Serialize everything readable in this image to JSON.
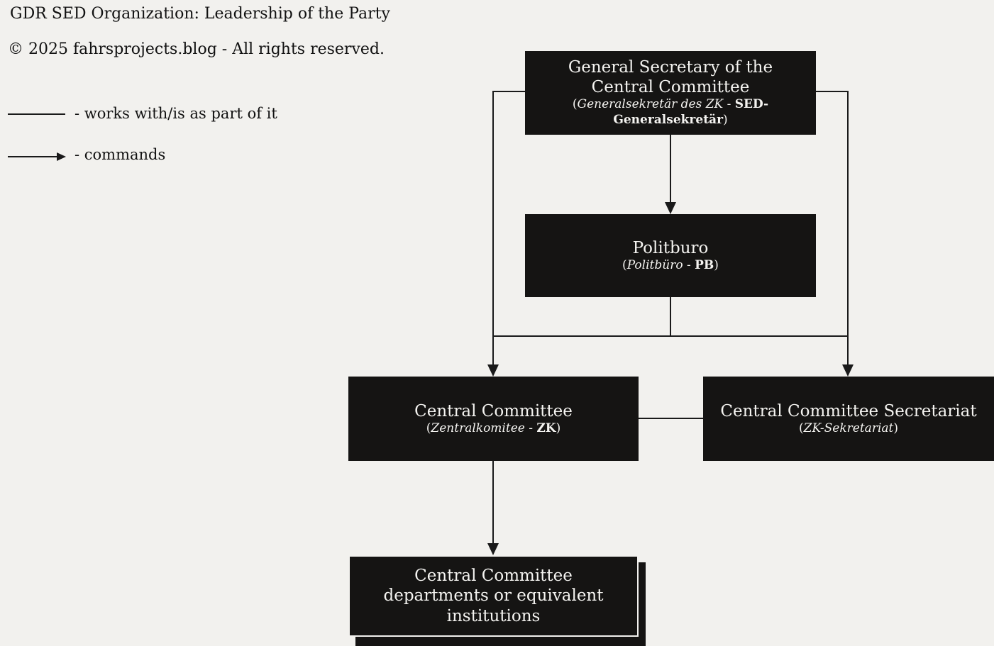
{
  "page": {
    "title": "GDR SED Organization: Leadership of the Party",
    "copyright": "© 2025 fahrsprojects.blog - All rights reserved."
  },
  "legend": {
    "works_with_label": "- works with/is as part of it",
    "commands_label": "- commands"
  },
  "colors": {
    "background": "#f2f1ee",
    "node_background": "#151413",
    "node_text": "#f5f4f1",
    "line": "#1a1a1a",
    "page_text": "#111111"
  },
  "nodes": {
    "general_secretary": {
      "title": "General Secretary of the Central Committee",
      "sub_open": "(",
      "sub_native": "Generalsekretär des ZK",
      "sub_dash": " - ",
      "sub_abbr": "SED-Generalsekretär",
      "sub_close": ")"
    },
    "politburo": {
      "title": "Politburo",
      "sub_open": "(",
      "sub_native": "Politbüro",
      "sub_dash": " - ",
      "sub_abbr": "PB",
      "sub_close": ")"
    },
    "central_committee": {
      "title": "Central Committee",
      "sub_open": "(",
      "sub_native": "Zentralkomitee",
      "sub_dash": " - ",
      "sub_abbr": "ZK",
      "sub_close": ")"
    },
    "cc_secretariat": {
      "title": "Central Committee Secretariat",
      "sub_open": "(",
      "sub_native": "ZK-Sekretariat",
      "sub_close": ")"
    },
    "cc_departments": {
      "title": "Central Committee departments or equivalent institutions"
    }
  }
}
